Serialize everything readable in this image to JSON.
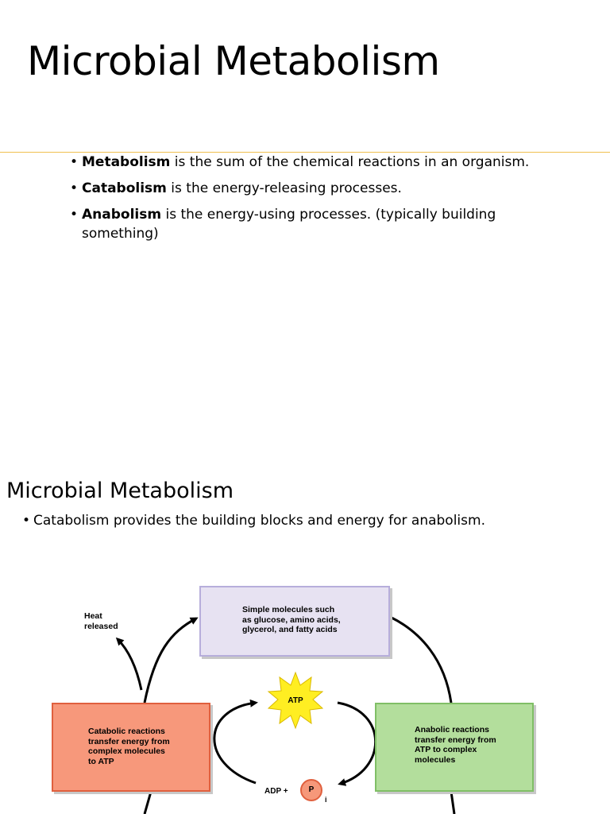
{
  "slide1": {
    "title": "Microbial Metabolism",
    "bullets": [
      {
        "term": "Metabolism",
        "text": " is the sum of the chemical reactions in an organism."
      },
      {
        "term": "Catabolism",
        "text": " is the energy-releasing processes."
      },
      {
        "term": "Anabolism",
        "text": " is the energy-using processes. (typically building something)"
      }
    ]
  },
  "slide2": {
    "title": "Microbial Metabolism",
    "bullet": "Catabolism provides the building blocks and energy for anabolism.",
    "diagram": {
      "simple_box": [
        "Simple molecules such",
        "as glucose, amino acids,",
        "glycerol, and fatty acids"
      ],
      "catabolic_box": [
        "Catabolic reactions",
        "transfer energy from",
        "complex molecules",
        "to ATP"
      ],
      "anabolic_box": [
        "Anabolic reactions",
        "transfer energy from",
        "ATP to complex",
        "molecules"
      ],
      "heat_label": [
        "Heat",
        "released"
      ],
      "atp_label": "ATP",
      "adp_label": "ADP +",
      "p_label": "P",
      "p_subscript": "i",
      "colors": {
        "simple_box": "#e7e2f2",
        "catabolic_box": "#f7987b",
        "anabolic_box": "#b3de9c",
        "atp_star": "#ffee22"
      }
    }
  }
}
